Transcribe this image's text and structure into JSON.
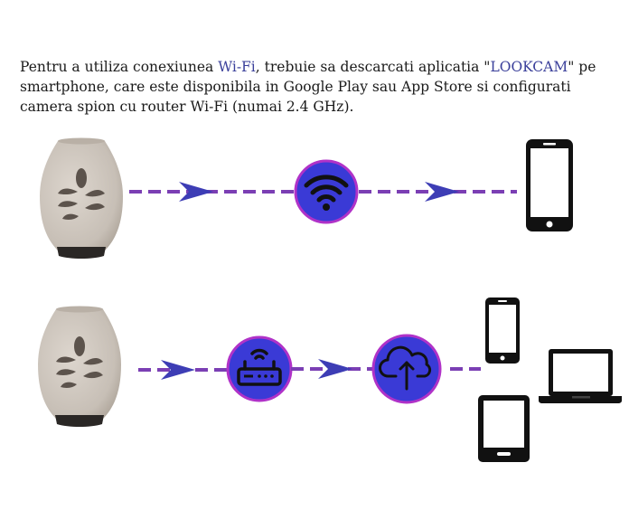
{
  "intro": {
    "part1": "Pentru a utiliza conexiunea ",
    "wifi": "Wi-Fi",
    "part2": ", trebuie sa descarcati aplicatia \"",
    "app": "LOOKCAM",
    "part3": "\" pe smartphone, care este disponibila in Google Play sau App Store si configurati camera spion cu router Wi-Fi (numai 2.4 GHz)."
  },
  "colors": {
    "text": "#1a1a1a",
    "highlight": "#3a3f9a",
    "dash": "#7b3fb4",
    "arrow": "#3d3db5",
    "circle_fill": "#3a3ad6",
    "circle_ring": "#b032c8",
    "device_body": "#cfc8c0",
    "device_leaf": "#5c534c",
    "icon_dark": "#111111"
  },
  "flows": [
    {
      "name": "direct-wifi",
      "nodes": [
        "camera-device",
        "wifi-icon",
        "smartphone-icon"
      ]
    },
    {
      "name": "router-cloud",
      "nodes": [
        "camera-device",
        "router-icon",
        "cloud-upload-icon",
        "smartphone-icon",
        "laptop-icon",
        "tablet-icon"
      ]
    }
  ]
}
